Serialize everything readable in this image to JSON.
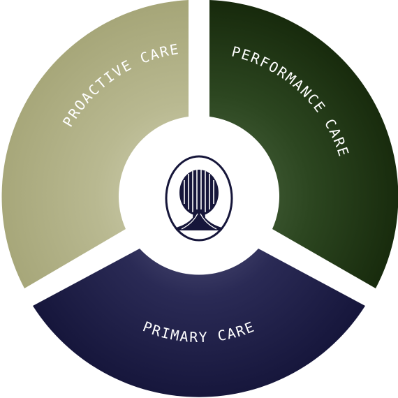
{
  "segments": [
    {
      "key": "proactive",
      "label": "PROACTIVE CARE",
      "color": "#a9a97c"
    },
    {
      "key": "performance",
      "label": "PERFORMANCE CARE",
      "color": "#1f3612"
    },
    {
      "key": "primary",
      "label": "PRIMARY CARE",
      "color": "#1e1e47"
    }
  ],
  "center": {
    "logo_icon": "tree-emblem-icon",
    "ring_color": "#16163a"
  }
}
